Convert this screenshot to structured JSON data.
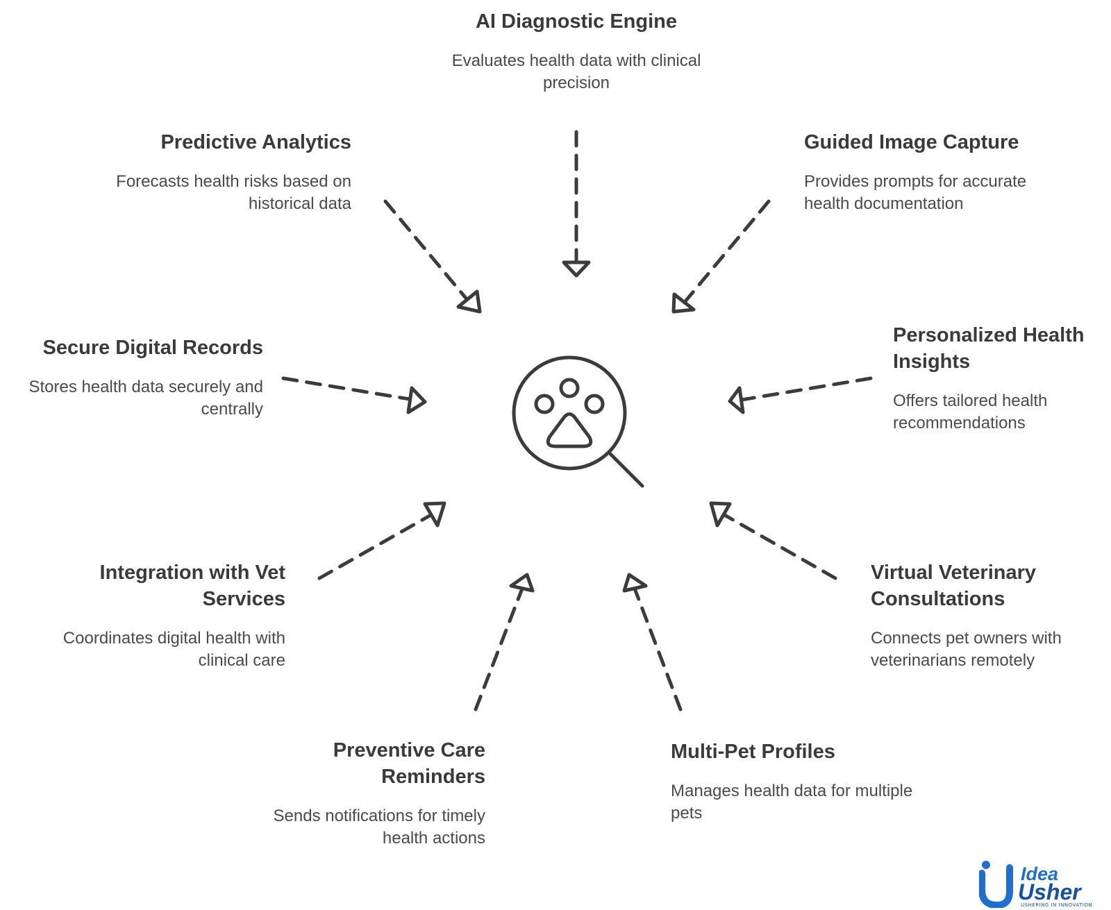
{
  "features": [
    {
      "key": "ai",
      "title": "AI Diagnostic Engine",
      "desc": "Evaluates health data with clinical precision"
    },
    {
      "key": "predictive",
      "title": "Predictive Analytics",
      "desc": "Forecasts health risks based on historical data"
    },
    {
      "key": "guided",
      "title": "Guided Image Capture",
      "desc": "Provides prompts for accurate health documentation"
    },
    {
      "key": "secure",
      "title": "Secure Digital Records",
      "desc": "Stores health data securely and centrally"
    },
    {
      "key": "personalized",
      "title": "Personalized Health Insights",
      "desc": "Offers tailored health recommendations"
    },
    {
      "key": "integration",
      "title": "Integration with Vet Services",
      "desc": "Coordinates digital health with clinical care"
    },
    {
      "key": "virtual",
      "title": "Virtual Veterinary Consultations",
      "desc": "Connects pet owners with veterinarians remotely"
    },
    {
      "key": "preventive",
      "title": "Preventive Care Reminders",
      "desc": "Sends notifications for timely health actions"
    },
    {
      "key": "multipet",
      "title": "Multi-Pet Profiles",
      "desc": "Manages health data for multiple pets"
    }
  ],
  "logo": {
    "line1": "Idea",
    "line2": "Usher",
    "tagline": "USHERING IN INNOVATION"
  },
  "colors": {
    "ink": "#3c3c3c",
    "logo_blue": "#1f6fd0",
    "logo_blue_dark": "#1451a8"
  },
  "icons": {
    "center": "paw-magnifier-icon"
  }
}
